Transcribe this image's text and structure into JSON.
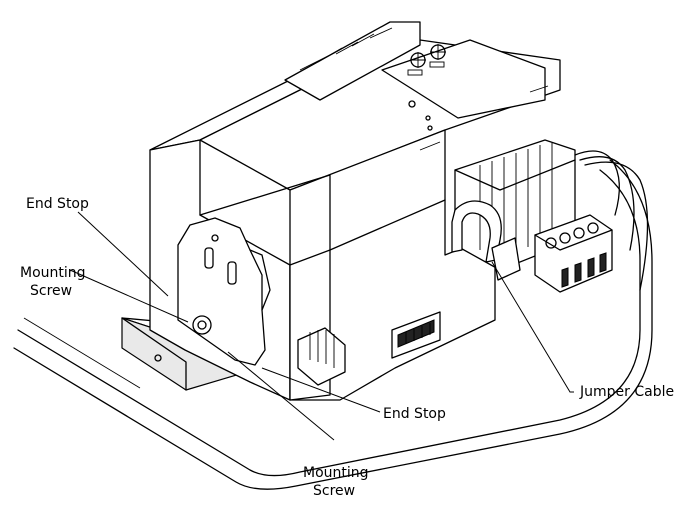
{
  "labels": {
    "end_stop_left": "End Stop",
    "mounting_screw_left_1": "Mounting",
    "mounting_screw_left_2": "Screw",
    "end_stop_bottom": "End Stop",
    "mounting_screw_bottom_1": "Mounting",
    "mounting_screw_bottom_2": "Screw",
    "jumper_cable": "Jumper Cable"
  }
}
